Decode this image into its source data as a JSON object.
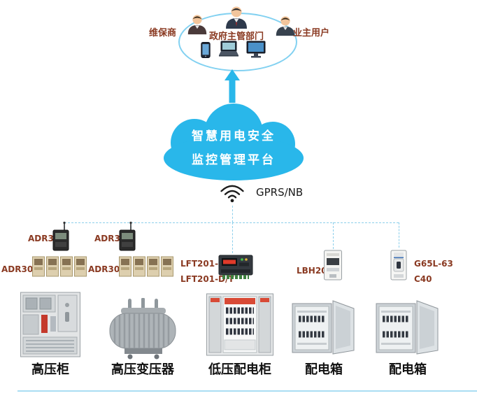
{
  "users": [
    {
      "label": "维保商"
    },
    {
      "label": "政府主管部门"
    },
    {
      "label": "业主用户"
    }
  ],
  "cloud": {
    "line1": "智慧用电安全",
    "line2": "监控管理平台"
  },
  "network": {
    "label": "GPRS/NB"
  },
  "columns": [
    {
      "devices": [
        "ADR301",
        "ADR303"
      ],
      "equipment": "高压柜"
    },
    {
      "devices": [
        "ADR301",
        "ADR303"
      ],
      "equipment": "高压变压器"
    },
    {
      "devices": [
        "LFT201-D",
        "LFT201-D/T"
      ],
      "equipment": "低压配电柜"
    },
    {
      "devices": [
        "LBH201"
      ],
      "equipment": "配电箱"
    },
    {
      "devices": [
        "G65L-63",
        "C40"
      ],
      "equipment": "配电箱"
    }
  ],
  "icons": {
    "persons": [
      "maintainer-person-icon",
      "government-person-icon",
      "owner-person-icon"
    ],
    "terminals": [
      "smartphone-icon",
      "laptop-icon",
      "monitor-icon"
    ],
    "connectivity": "wifi-signal-icon",
    "flow": "up-arrow-icon",
    "platform": "cloud-shape"
  },
  "colors": {
    "cloud-blue": "#29b7ea",
    "label-maroon": "#8a3a22",
    "dash-blue": "#8ccfeb",
    "bottom-line": "#a9ddf3",
    "equipment-label": "#111111"
  }
}
